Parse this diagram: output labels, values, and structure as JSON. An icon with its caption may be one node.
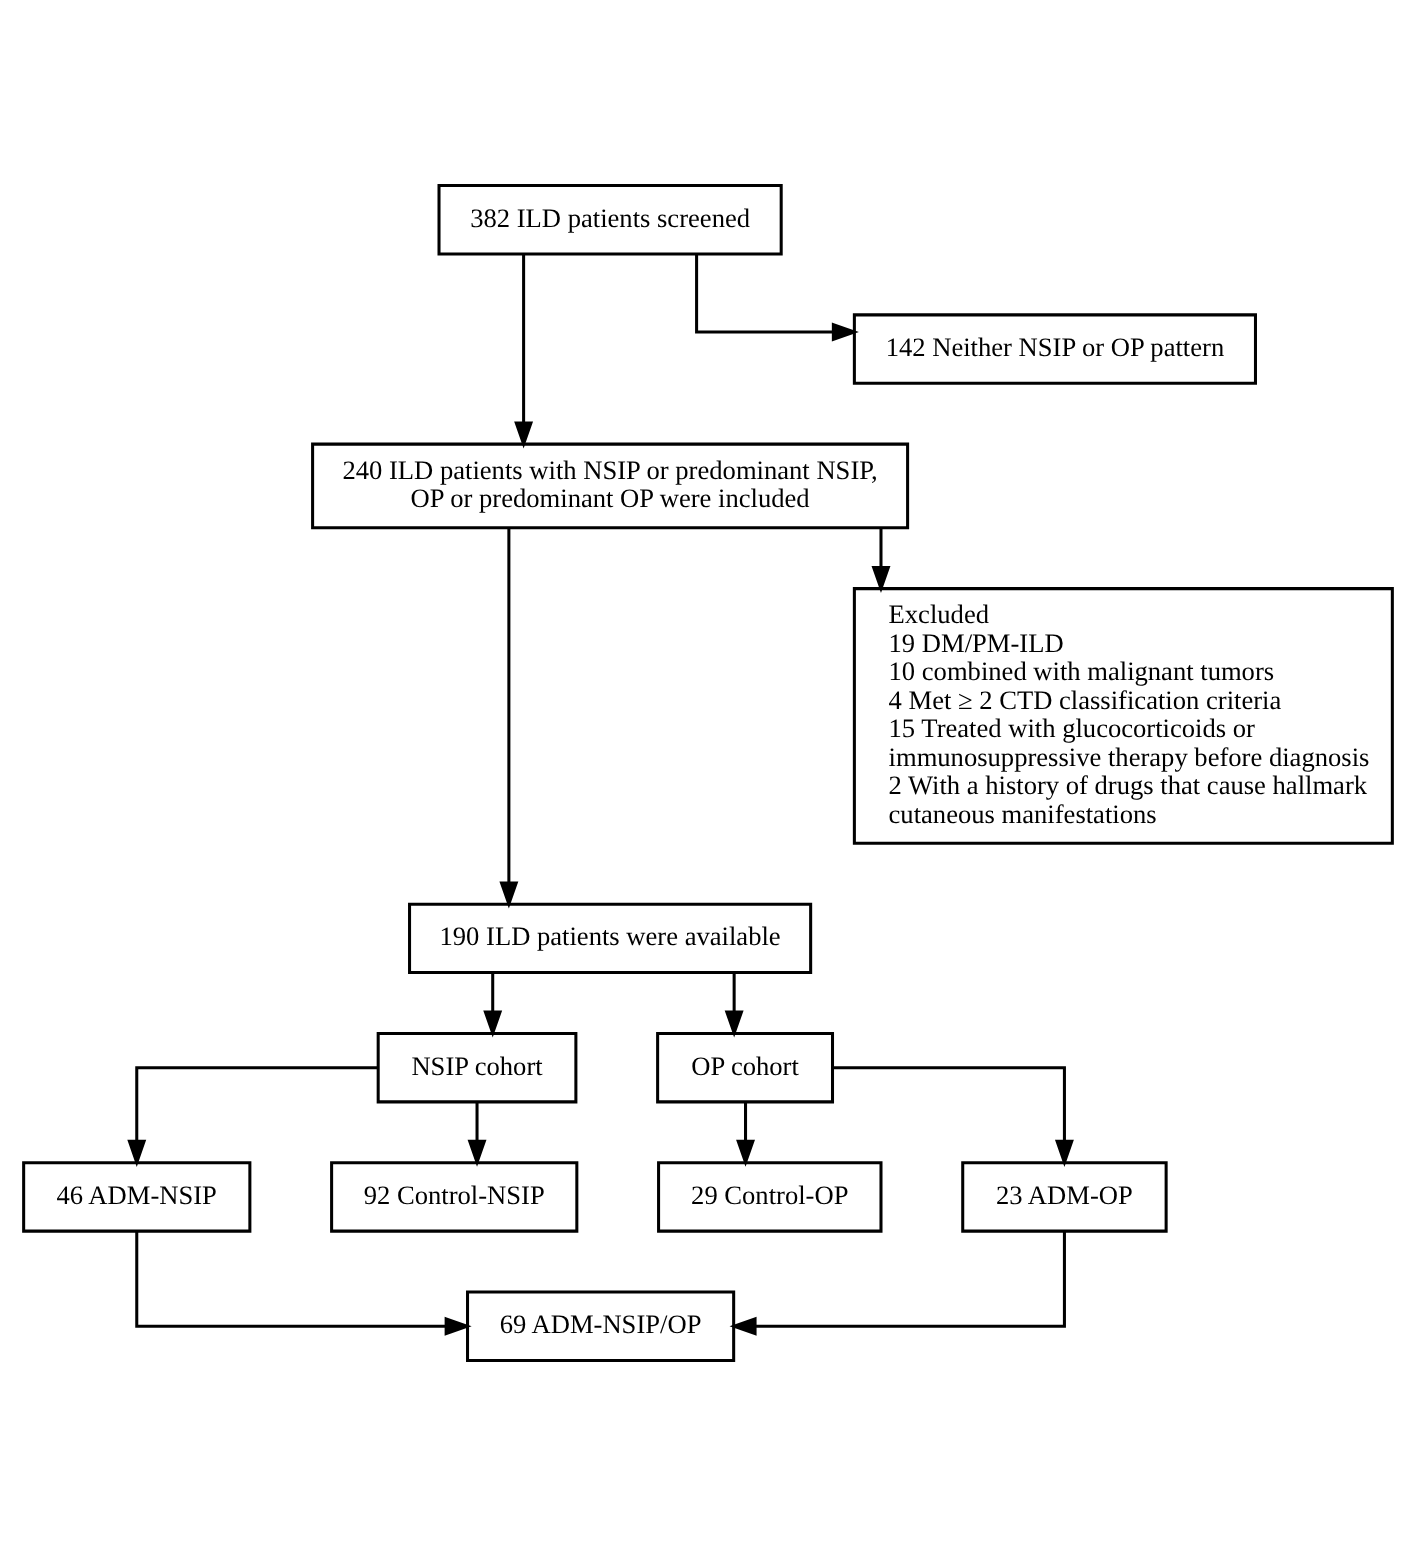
{
  "diagram": {
    "nodes": [
      {
        "text": [
          "382 ILD patients screened"
        ]
      },
      {
        "text": [
          "142 Neither NSIP or OP pattern"
        ]
      },
      {
        "text": [
          "240 ILD patients with NSIP or predominant NSIP, OP or predominant OP were included"
        ]
      },
      {
        "text": [
          "Excluded",
          "19 DM/PM-ILD",
          "10 combined with malignant tumors",
          "4 Met ≥ 2 CTD classification criteria",
          "15 Treated with glucocorticoids or immunosuppressive therapy before diagnosis",
          "2 With a history of drugs that cause hallmark cutaneous manifestations"
        ]
      },
      {
        "text": [
          "190 ILD patients were available"
        ]
      },
      {
        "text": [
          "NSIP cohort"
        ]
      },
      {
        "text": [
          "OP cohort"
        ]
      },
      {
        "text": [
          "46 ADM-NSIP"
        ]
      },
      {
        "text": [
          "92 Control-NSIP"
        ]
      },
      {
        "text": [
          "29 Control-OP"
        ]
      },
      {
        "text": [
          "23 ADM-OP"
        ]
      },
      {
        "text": [
          "69 ADM-NSIP/OP"
        ]
      }
    ],
    "edges": [
      {
        "from": 0,
        "to": 1,
        "arrow": "to"
      },
      {
        "from": 0,
        "to": 2,
        "arrow": "to"
      },
      {
        "from": 2,
        "to": 3,
        "arrow": "to"
      },
      {
        "from": 2,
        "to": 4,
        "arrow": "to"
      },
      {
        "from": 4,
        "to": 5,
        "arrow": "to"
      },
      {
        "from": 4,
        "to": 6,
        "arrow": "to"
      },
      {
        "from": 5,
        "to": 7,
        "arrow": "to"
      },
      {
        "from": 5,
        "to": 8,
        "arrow": "to"
      },
      {
        "from": 6,
        "to": 9,
        "arrow": "to"
      },
      {
        "from": 6,
        "to": 10,
        "arrow": "to"
      },
      {
        "from": 7,
        "to": 11,
        "arrow": "to"
      },
      {
        "from": 10,
        "to": 11,
        "arrow": "to"
      }
    ]
  }
}
